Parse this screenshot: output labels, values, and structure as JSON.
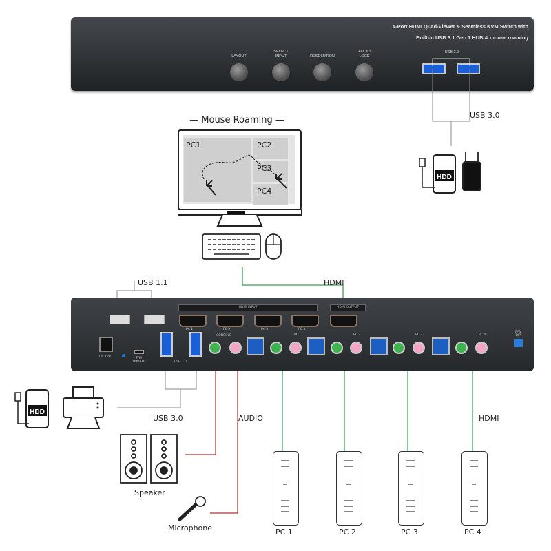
{
  "front_panel": {
    "title": "4-Port HDMI Quad-Viewer & Seamless KVM Switch with\nBuilt-in USB 3.1 Gen 1 HUB & mouse roaming",
    "buttons": [
      "LAYOUT",
      "SELECT\nINPUT",
      "RESOLUTION",
      "AUDIO\nLOCK"
    ],
    "usb_label": "USB 3.0"
  },
  "mouse_roaming": {
    "title": "— Mouse Roaming —",
    "panes": [
      "PC1",
      "PC2",
      "PC3",
      "PC4"
    ]
  },
  "connections": {
    "usb30_top": "USB 3.0",
    "usb11": "USB 1.1",
    "hdmi_top": "HDMI",
    "usb30_bottom": "USB 3.0",
    "audio": "AUDIO",
    "hdmi_bottom": "HDMI"
  },
  "rear_panel": {
    "hdmi_input": "HDMI INPUT",
    "hdmi_output": "HDMI OUTPUT",
    "hdmi_ports": [
      "PC 1",
      "PC 2",
      "PC 3",
      "PC 4"
    ],
    "console": "CONSOLE",
    "pc_groups": [
      "PC 1",
      "PC 2",
      "PC 3",
      "PC 4"
    ],
    "dc": "DC 12V",
    "fw_update": "F/W\nUPDATE",
    "usb30": "USB 3.0",
    "fw_dip": "F/W\nDIP"
  },
  "devices": {
    "hdd": "HDD",
    "speaker": "Speaker",
    "microphone": "Microphone",
    "pcs": [
      "PC 1",
      "PC 2",
      "PC 3",
      "PC 4"
    ]
  }
}
